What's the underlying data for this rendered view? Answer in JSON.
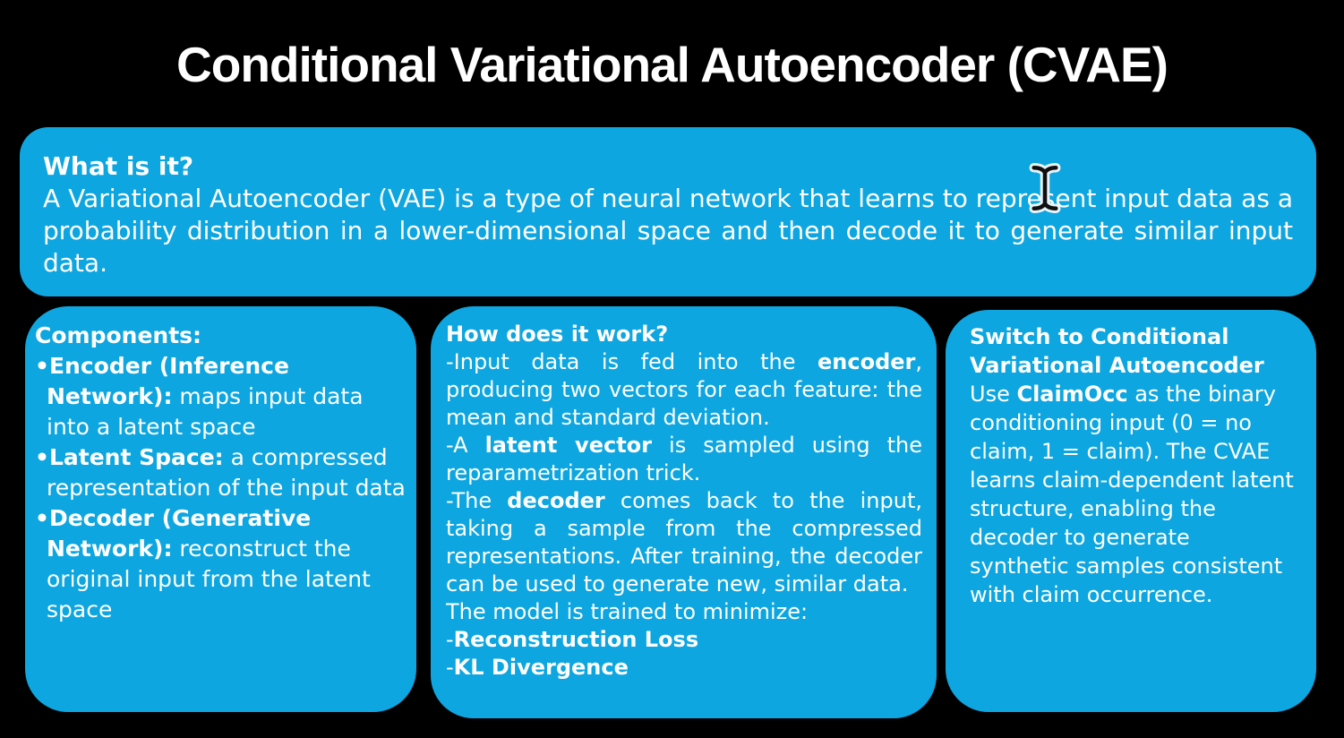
{
  "page": {
    "background_color": "#000000",
    "accent_blue": "#0da6e0",
    "text_color": "#ffffff"
  },
  "title": "Conditional Variational Autoencoder (CVAE)",
  "what_box": {
    "heading": "What is it?",
    "body": "A Variational Autoencoder (VAE) is a type of neural network that learns to represent input data as a probability distribution in a lower-dimensional space and then decode it to generate similar input data."
  },
  "components_box": {
    "heading": "Components:",
    "items": [
      {
        "bold": "•Encoder (Inference Network):",
        "text": " maps input data into a latent space"
      },
      {
        "bold": "•Latent Space:",
        "text": " a compressed representation of the input data"
      },
      {
        "bold": "•Decoder (Generative Network):",
        "text": " reconstruct the original input from the latent space"
      }
    ]
  },
  "how_box": {
    "heading": "How does it work?",
    "p1": {
      "pre": "-Input data is fed into the ",
      "bold": "encoder",
      "post": ", producing two vectors for each feature: the mean and standard deviation."
    },
    "p2": {
      "pre": "-A ",
      "bold": "latent vector",
      "post": " is sampled using the reparametrization trick."
    },
    "p3": {
      "pre": "-The ",
      "bold": "decoder",
      "post": " comes back to the input, taking a sample from the compressed representations. After training, the decoder can be used to generate new, similar data."
    },
    "p4": "The model is trained to minimize:",
    "p5": {
      "pre": "-",
      "bold": "Reconstruction Loss"
    },
    "p6": {
      "pre": "-",
      "bold": "KL Divergence"
    }
  },
  "switch_box": {
    "heading": "Switch to Conditional Variational Autoencoder",
    "body": {
      "pre": "Use ",
      "bold": "ClaimOcc",
      "post": " as the binary conditioning input (0 = no claim, 1 = claim). The CVAE learns claim-dependent latent structure, enabling the decoder to generate synthetic samples consistent with claim occurrence."
    }
  },
  "icons": {
    "cursor": "text-ibeam-cursor"
  }
}
